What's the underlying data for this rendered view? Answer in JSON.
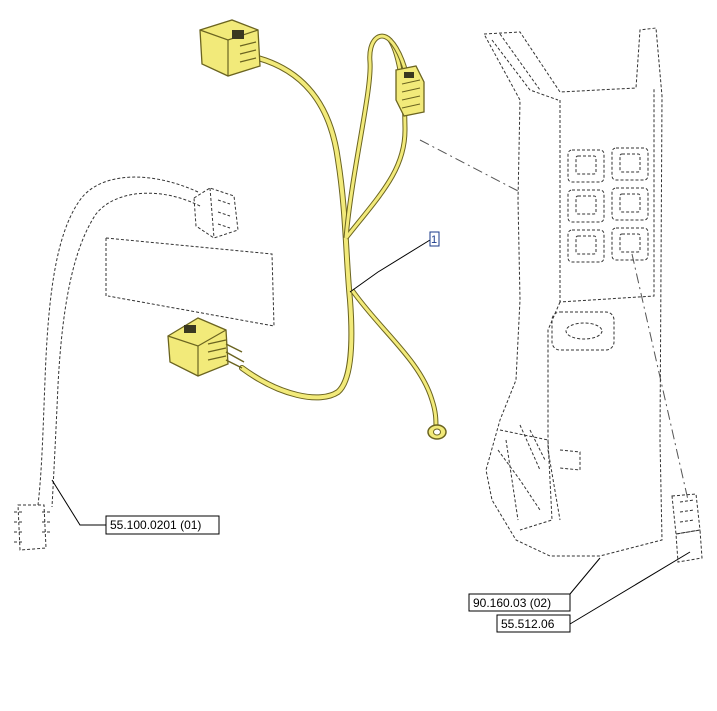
{
  "callouts": {
    "item_1": "1",
    "ref_left": "55.100.0201 (01)",
    "ref_panel": "90.160.03 (02)",
    "ref_switch": "55.512.06"
  },
  "colors": {
    "highlight": "#f2ea7a",
    "highlight_stroke": "#6b6420",
    "line": "#333333",
    "callout_box_blue": "#1a3a8a"
  }
}
